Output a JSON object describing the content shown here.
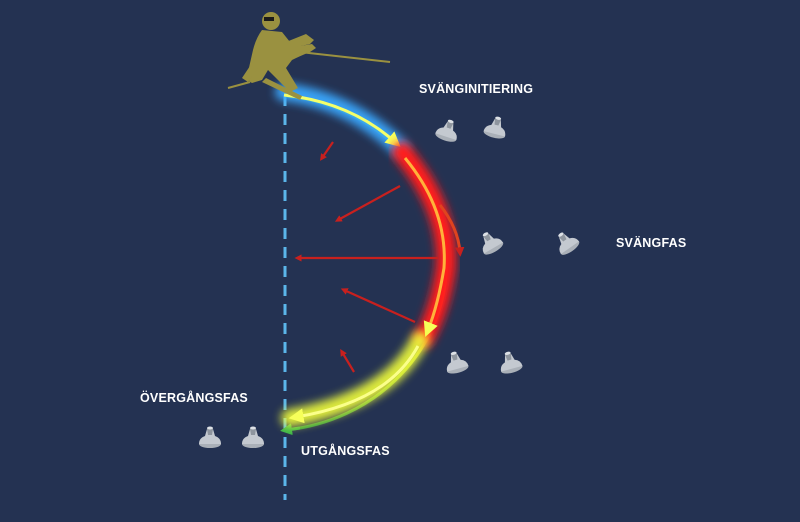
{
  "labels": {
    "initiation": "SVÄNGINITIERING",
    "turn": "SVÄNGFAS",
    "exit": "UTGÅNGSFAS",
    "transition": "ÖVERGÅNGSFAS"
  },
  "colors": {
    "background": "#243252",
    "fall_line": "#5bb6ea",
    "initiation_glow": "#3aa8ff",
    "turn_glow": "#ff1a1a",
    "exit_glow": "#f2ff3a",
    "force_arrow": "#c8201e",
    "skier": "#9a9140",
    "gate_marker": "#b9bfc7"
  },
  "icons": {
    "skier": "skier-icon",
    "gate_marker": "gate-marker-icon"
  }
}
